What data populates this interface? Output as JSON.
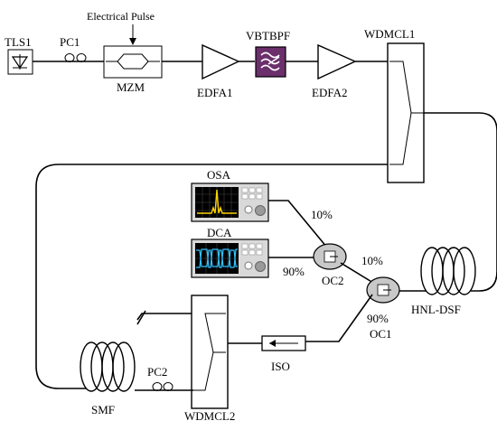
{
  "labels": {
    "tls1": "TLS1",
    "pc1": "PC1",
    "electrical_pulse": "Electrical Pulse",
    "mzm": "MZM",
    "edfa1": "EDFA1",
    "vbtbpf": "VBTBPF",
    "edfa2": "EDFA2",
    "wdmcl1": "WDMCL1",
    "osa": "OSA",
    "dca": "DCA",
    "pct_10_osa": "10%",
    "pct_90_dca": "90%",
    "pct_10_oc1": "10%",
    "oc2": "OC2",
    "oc1": "OC1",
    "pct_90_oc1": "90%",
    "hnl_dsf": "HNL-DSF",
    "iso": "ISO",
    "smf": "SMF",
    "pc2": "PC2",
    "wdmcl2": "WDMCL2"
  },
  "colors": {
    "line": "#000000",
    "filter_fill": "#6b2f6b",
    "screen_bg": "#000000",
    "osa_trace": "#ffd400",
    "dca_trace": "#33c3ff",
    "coupler_fill": "#c8c8c8",
    "instrument_body": "#d9d9d9"
  }
}
